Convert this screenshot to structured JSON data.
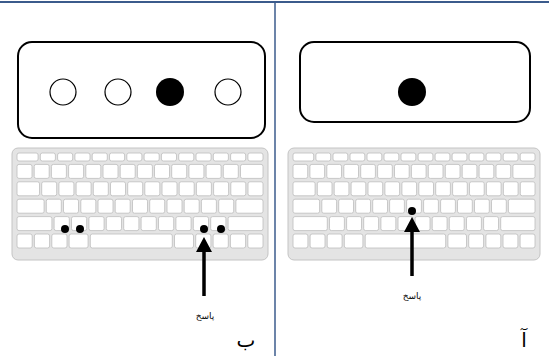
{
  "diagram": {
    "labels": [
      "آ",
      "پاسخ",
      "ب",
      "پاسخ"
    ]
  }
}
